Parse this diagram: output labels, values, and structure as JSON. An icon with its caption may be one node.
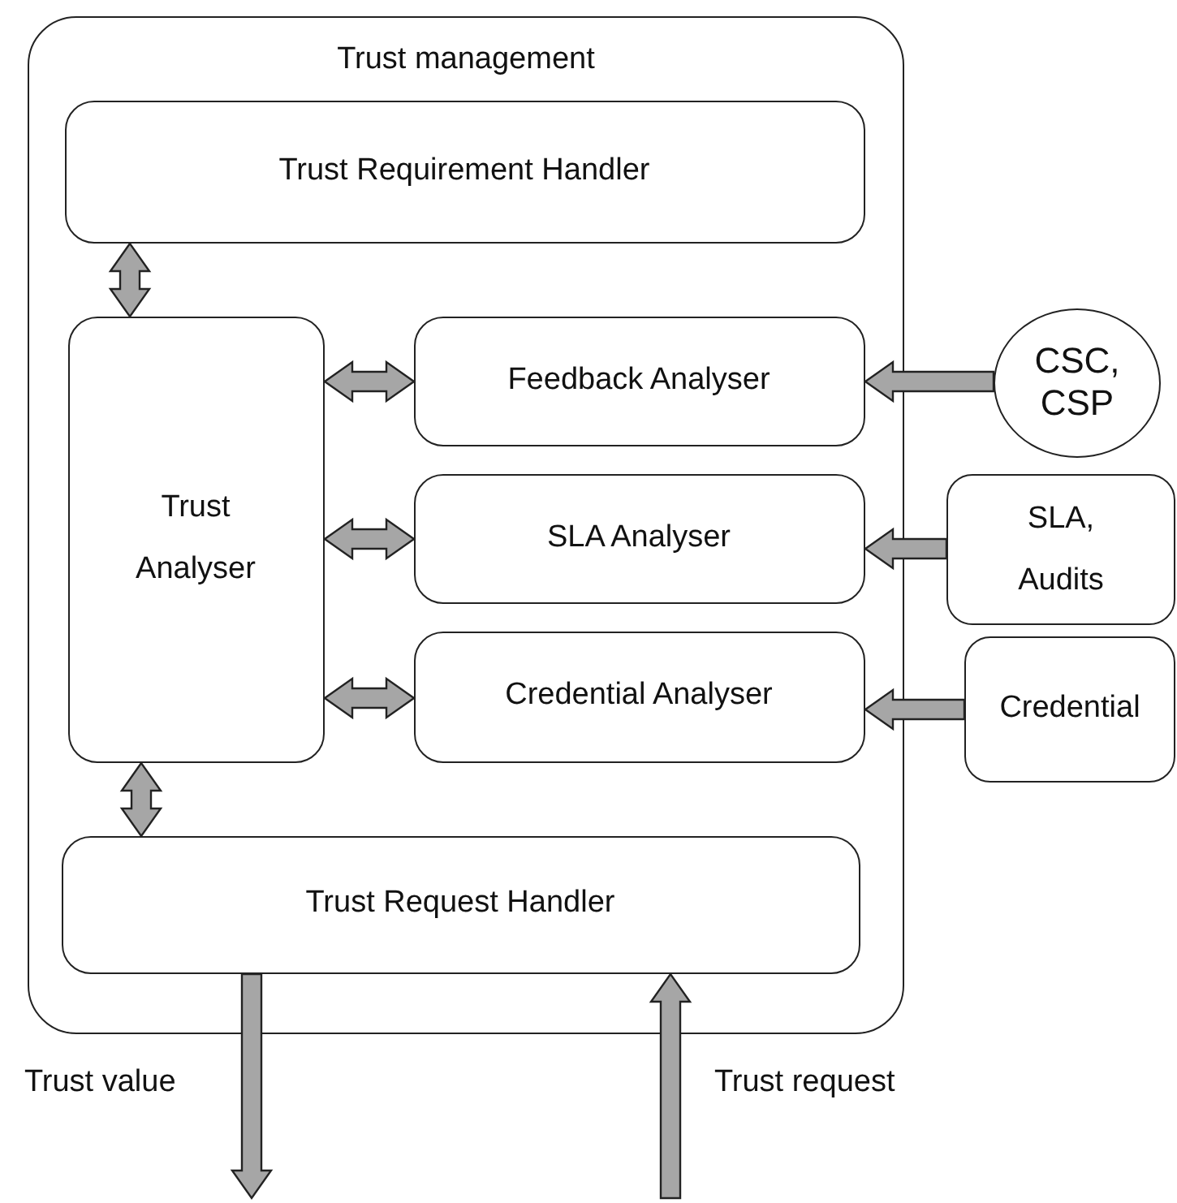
{
  "diagram": {
    "nodes": [
      {
        "text": [
          "Trust management"
        ]
      },
      {
        "text": [
          "Trust Requirement Handler"
        ],
        "in": 0
      },
      {
        "text": [
          "Trust Analyser"
        ],
        "in": 0
      },
      {
        "text": [
          "Feedback Analyser"
        ],
        "in": 0
      },
      {
        "text": [
          "SLA Analyser"
        ],
        "in": 0
      },
      {
        "text": [
          "Credential Analyser"
        ],
        "in": 0
      },
      {
        "text": [
          "Trust Request Handler"
        ],
        "in": 0
      },
      {
        "text": [
          "CSC, CSP"
        ]
      },
      {
        "text": [
          "SLA, Audits"
        ]
      },
      {
        "text": [
          "Credential"
        ]
      }
    ],
    "edges": [
      {
        "from": 1,
        "to": 2,
        "arrow": "both"
      },
      {
        "from": 2,
        "to": 3,
        "arrow": "both"
      },
      {
        "from": 2,
        "to": 4,
        "arrow": "both"
      },
      {
        "from": 2,
        "to": 5,
        "arrow": "both"
      },
      {
        "from": 7,
        "to": 3,
        "arrow": "to"
      },
      {
        "from": 8,
        "to": 4,
        "arrow": "to"
      },
      {
        "from": 9,
        "to": 5,
        "arrow": "to"
      },
      {
        "from": 2,
        "to": 6,
        "arrow": "both"
      },
      {
        "from": 6,
        "to": null,
        "arrow": "to",
        "label": "Trust value"
      },
      {
        "from": null,
        "to": 6,
        "arrow": "to",
        "label": "Trust request"
      }
    ]
  }
}
